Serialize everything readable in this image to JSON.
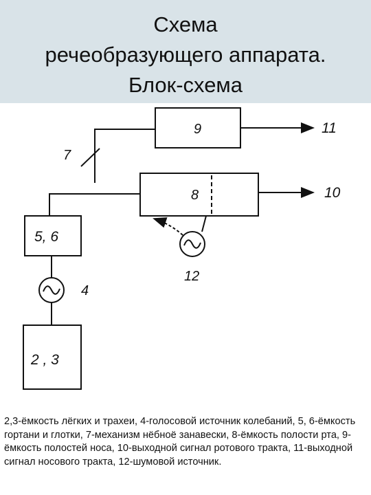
{
  "title_lines": [
    "Схема",
    "речеобразующего аппарата.",
    "Блок-схема"
  ],
  "blocks": {
    "b9": "9",
    "b8": "8",
    "b56": "5, 6",
    "b23": "2 , 3"
  },
  "labels": {
    "l7": "7",
    "l4": "4",
    "l12": "12",
    "l10": "10",
    "l11": "11"
  },
  "caption": "2,3-ёмкость лёгких и трахеи, 4-голосовой источник колебаний, 5, 6-ёмкость гортани и глотки, 7-механизм нёбноё занавески, 8-ёмкость полости рта, 9-ёмкость полостей носа, 10-выходной сигнал ротового тракта, 11-выходной сигнал носового тракта, 12-шумовой источник."
}
